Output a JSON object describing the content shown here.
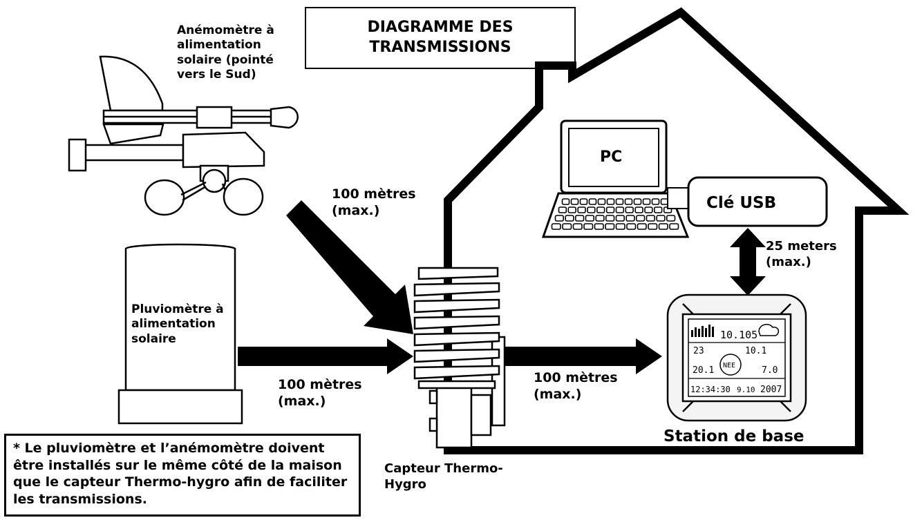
{
  "title": "DIAGRAMME DES\nTRANSMISSIONS",
  "labels": {
    "anemometer": "Anémomètre à\nalimentation\nsolaire (pointé\nvers le Sud)",
    "rain_gauge": "Pluviomètre à\nalimentation\nsolaire",
    "thermo_sensor": "Capteur Thermo-\nHygro",
    "pc": "PC",
    "usb": "Clé USB",
    "base_station": "Station de base",
    "dist_anemometer": "100 mètres\n(max.)",
    "dist_rain": "100 mètres\n(max.)",
    "dist_base": "100 mètres\n(max.)",
    "dist_usb": "25 meters\n(max.)"
  },
  "note": "* Le pluviomètre et l’anémomètre doivent\nêtre installés sur le même côté de la maison\nque le capteur Thermo-hygro afin de faciliter\nles transmissions.",
  "station_display": {
    "row1": "10.105",
    "row2": "23",
    "row2b": "10.1",
    "wind": "NEE",
    "temp": "20.1",
    "temp2": "7.0",
    "clock": "12:34:30",
    "date": "9.10",
    "year": "2007"
  },
  "colors": {
    "ink": "#000000",
    "background": "#ffffff",
    "body": "#f4f4f4"
  }
}
